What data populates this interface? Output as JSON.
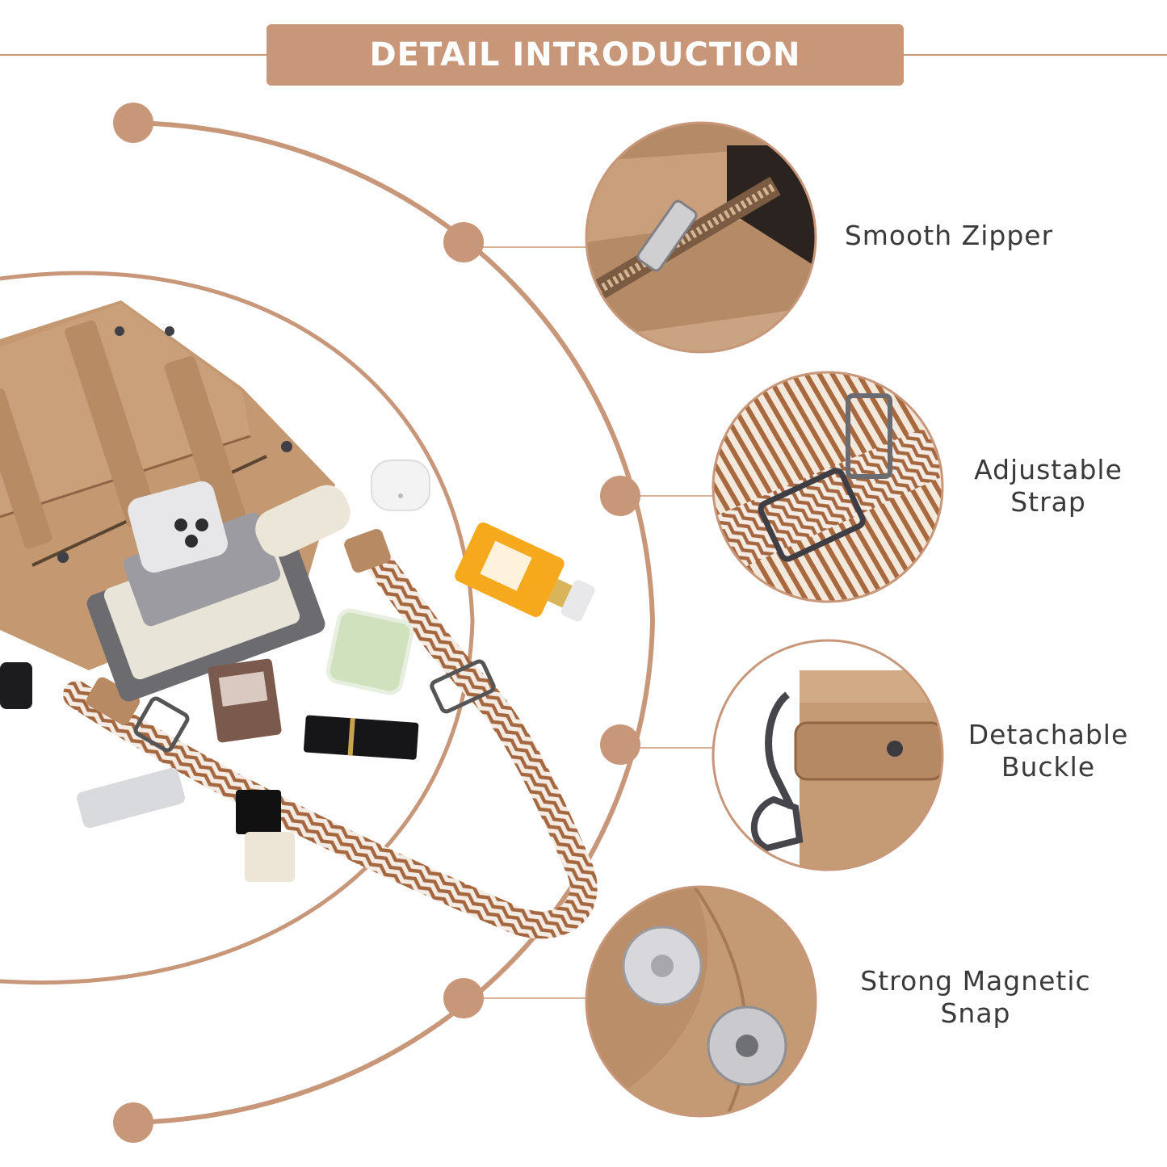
{
  "header": {
    "title": "DETAIL INTRODUCTION"
  },
  "features": [
    {
      "lines": [
        "Smooth Zipper"
      ]
    },
    {
      "lines": [
        "Adjustable",
        "Strap"
      ]
    },
    {
      "lines": [
        "Detachable",
        "Buckle"
      ]
    },
    {
      "lines": [
        "Strong Magnetic",
        "Snap"
      ]
    }
  ],
  "colors": {
    "accent": "#c8977a",
    "leather": "#c49870",
    "leather_dark": "#9c6f4c",
    "text": "#3a3a3a"
  }
}
